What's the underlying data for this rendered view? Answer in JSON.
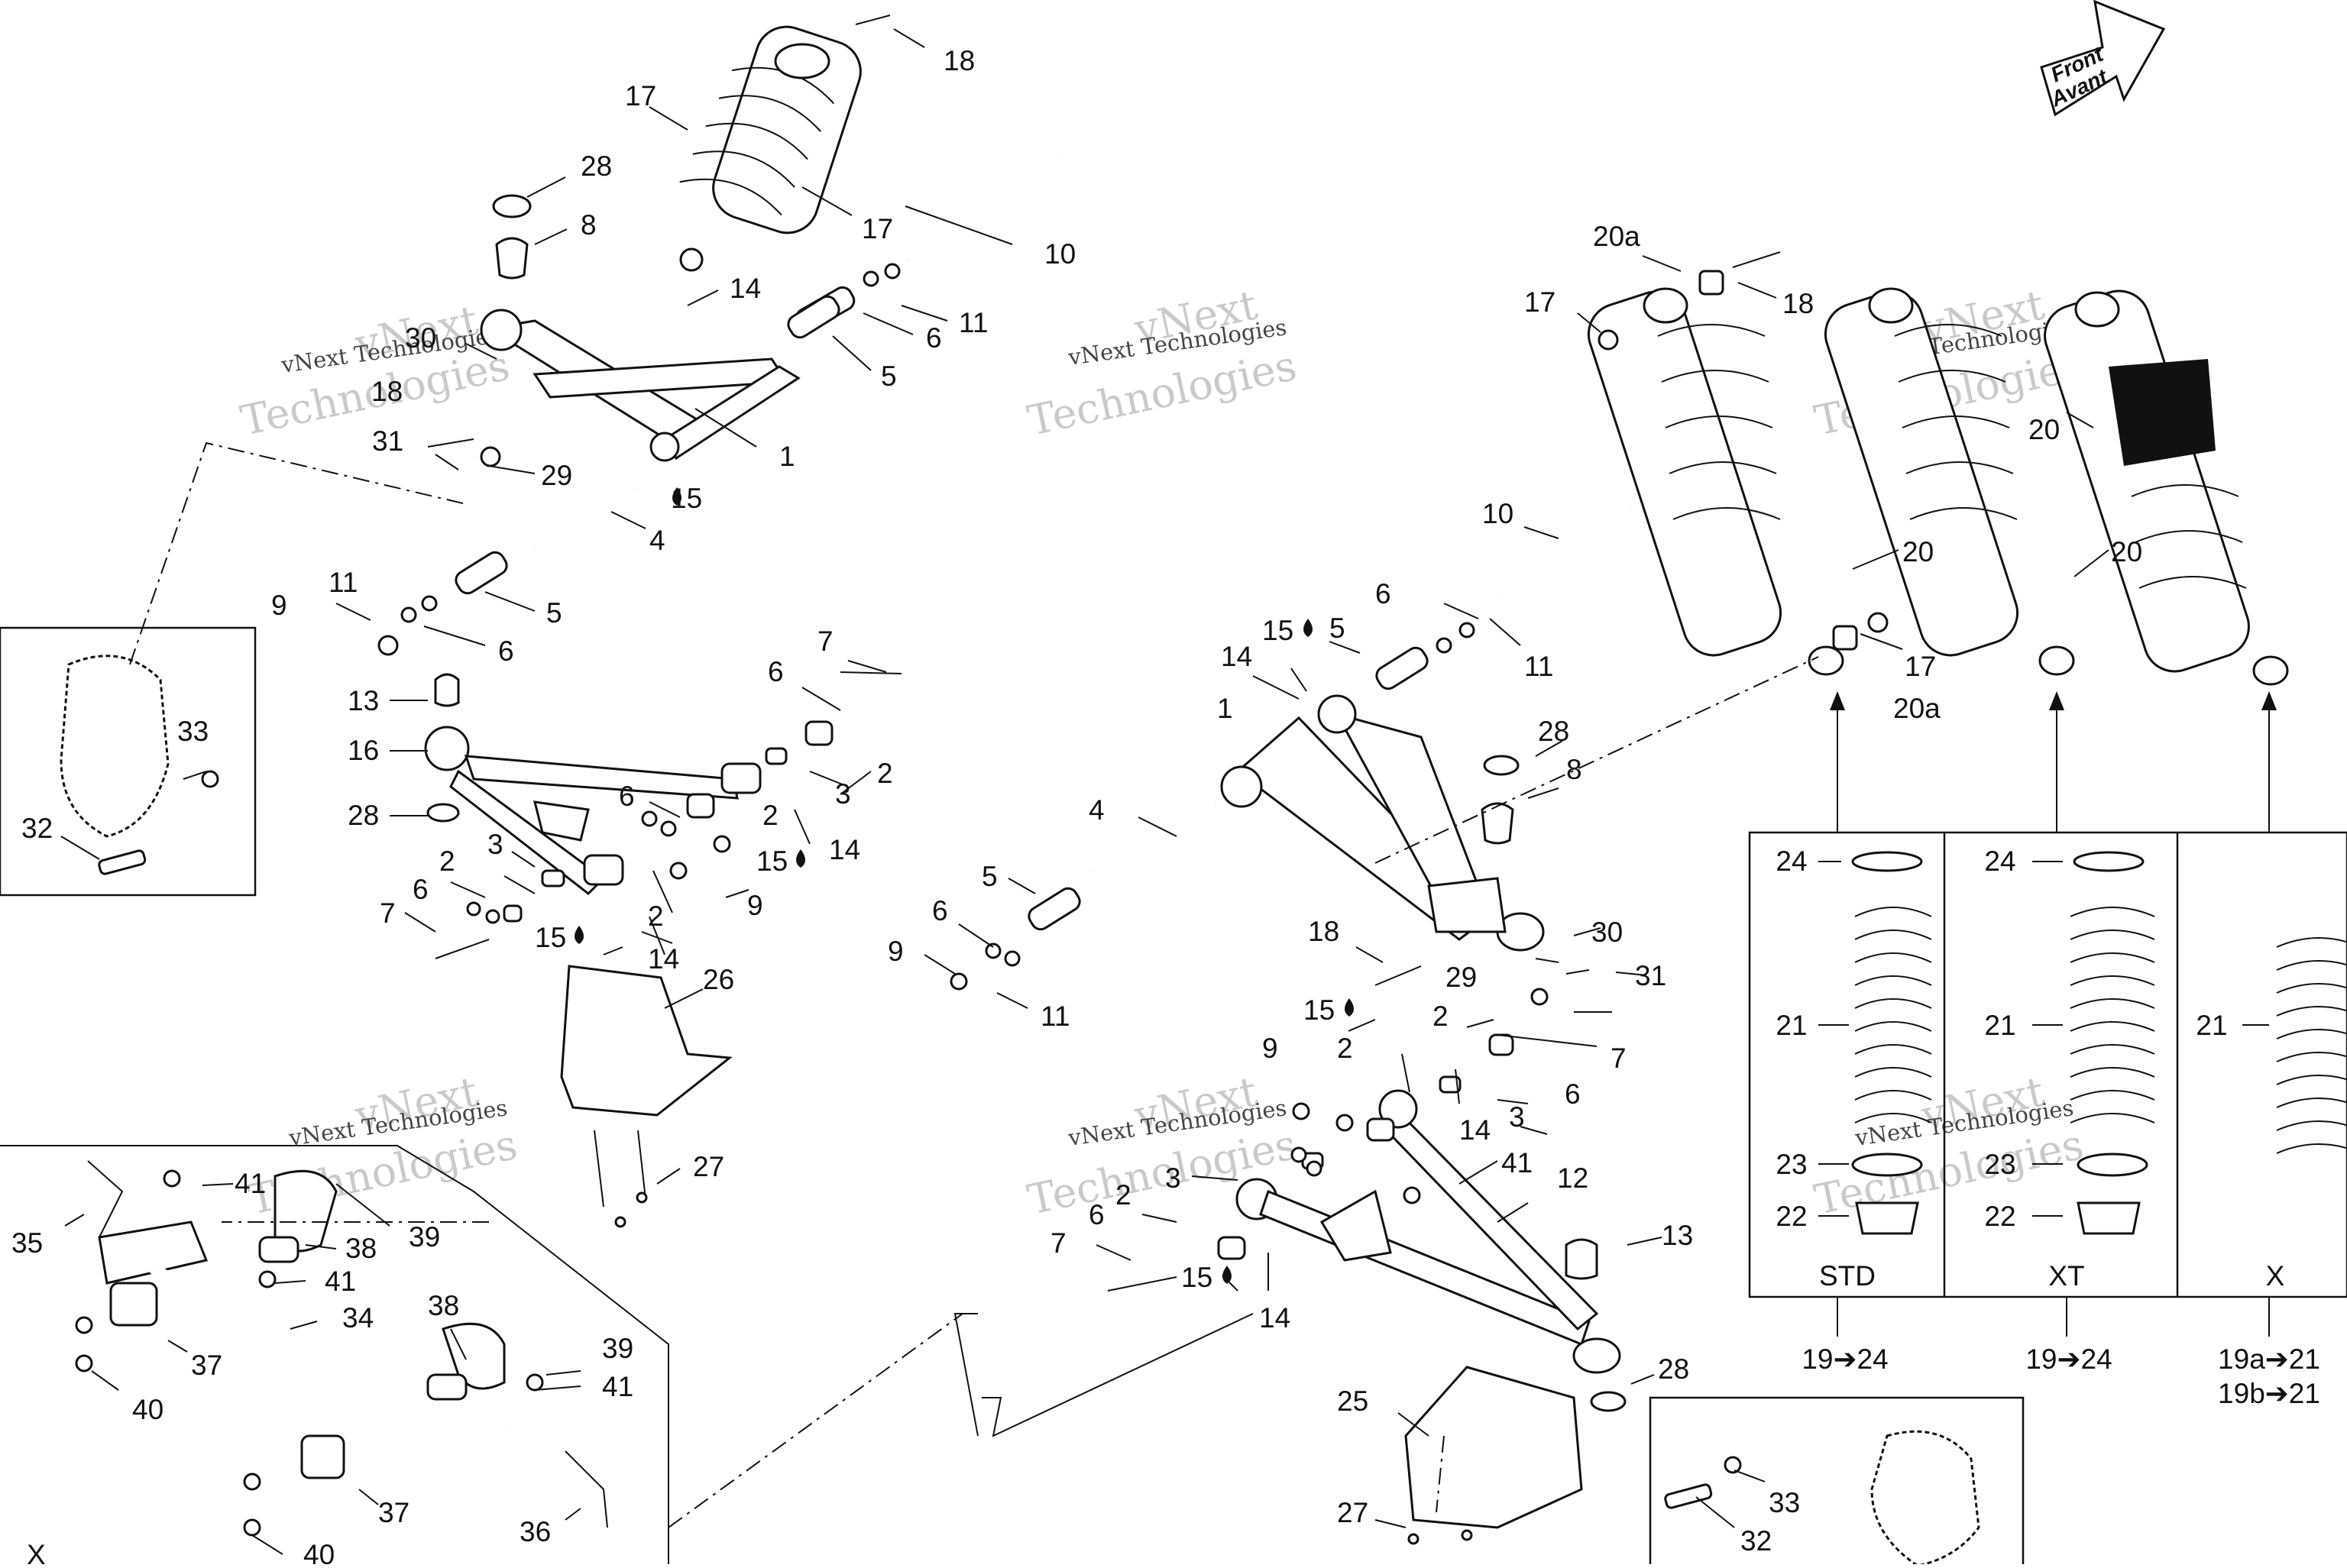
{
  "watermark": {
    "line1": "vNext",
    "line2": "Technologies",
    "caption": "vNext Technologies"
  },
  "front_arrow": {
    "line1": "Front",
    "line2": "Avant"
  },
  "callouts": {
    "c18a": "18",
    "c17a": "17",
    "c17b": "17",
    "c28a": "28",
    "c8a": "8",
    "c10a": "10",
    "c14a": "14",
    "c11a": "11",
    "c6a": "6",
    "c30a": "30",
    "c18b": "18",
    "c5a": "5",
    "c1a": "1",
    "c31a": "31",
    "c29a": "29",
    "c15a": "15",
    "c4a": "4",
    "c9a": "9",
    "c11b": "11",
    "c5b": "5",
    "c6b": "6",
    "c33a": "33",
    "c32a": "32",
    "c13a": "13",
    "c16a": "16",
    "c28b": "28",
    "c7a": "7",
    "c6c": "6",
    "c2a": "2",
    "c3a": "3",
    "c6d": "6",
    "c2b": "2",
    "c14b": "14",
    "c15b": "15",
    "c3b": "3",
    "c2c": "2",
    "c9b": "9",
    "c6e": "6",
    "c7b": "7",
    "c2d": "2",
    "c15c": "15",
    "c14c": "14",
    "c26a": "26",
    "c27a": "27",
    "c41a": "41",
    "c35a": "35",
    "c38a": "38",
    "c39a": "39",
    "c41b": "41",
    "c34a": "34",
    "c37a": "37",
    "c40a": "40",
    "c38b": "38",
    "c39b": "39",
    "c41c": "41",
    "c37b": "37",
    "c40b": "40",
    "c36a": "36",
    "cXa": "X",
    "c20a1": "20a",
    "c18c": "18",
    "c17c": "17",
    "c10b": "10",
    "c6f": "6",
    "c11c": "11",
    "c15d": "15",
    "c5c": "5",
    "c14d": "14",
    "c1b": "1",
    "c28c": "28",
    "c8b": "8",
    "c4b": "4",
    "c5d": "5",
    "c6g": "6",
    "c9c": "9",
    "c11d": "11",
    "c18d": "18",
    "c30b": "30",
    "c29b": "29",
    "c31b": "31",
    "c15e": "15",
    "c2e": "2",
    "c7c": "7",
    "c9d": "9",
    "c2f": "2",
    "c14e": "14",
    "c3c": "3",
    "c6h": "6",
    "c41d": "41",
    "c12a": "12",
    "c3d": "3",
    "c2g": "2",
    "c6i": "6",
    "c7d": "7",
    "c15f": "15",
    "c14f": "14",
    "c13b": "13",
    "c28d": "28",
    "c25a": "25",
    "c27b": "27",
    "c33b": "33",
    "c32b": "32",
    "c20b": "20",
    "c17d": "17",
    "c20a2": "20a",
    "c20c": "20",
    "c20d": "20"
  },
  "spring_table": {
    "columns": [
      {
        "header": "STD",
        "labels": [
          "24",
          "21",
          "23",
          "22"
        ],
        "footer": "19➔24"
      },
      {
        "header": "XT",
        "labels": [
          "24",
          "21",
          "23",
          "22"
        ],
        "footer": "19➔24"
      },
      {
        "header": "X",
        "labels": [
          "21"
        ],
        "footer": "19a➔21",
        "footer2": "19b➔21"
      }
    ]
  }
}
